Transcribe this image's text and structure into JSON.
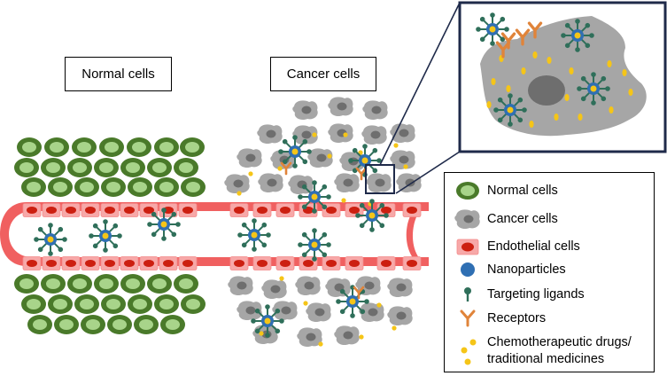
{
  "labels": {
    "normal": "Normal cells",
    "cancer": "Cancer cells"
  },
  "legend": [
    {
      "icon": "normal-cell-icon",
      "label": "Normal cells"
    },
    {
      "icon": "cancer-cell-icon",
      "label": "Cancer cells"
    },
    {
      "icon": "endothelial-cell-icon",
      "label": "Endothelial cells"
    },
    {
      "icon": "nanoparticle-icon",
      "label": "Nanoparticles"
    },
    {
      "icon": "targeting-ligand-icon",
      "label": "Targeting ligands"
    },
    {
      "icon": "receptor-icon",
      "label": "Receptors"
    },
    {
      "icon": "drug-icon",
      "label": "Chemotherapeutic drugs/",
      "label2": "traditional medicines"
    }
  ],
  "colors": {
    "normal_outer": "#4a7a2a",
    "normal_inner": "#a8d48a",
    "cancer_cell": "#a6a6a6",
    "cancer_nucleus": "#6e6e6e",
    "vessel": "#f06060",
    "endothelial": "#f7a8a8",
    "endo_nucleus": "#cc1f10",
    "nanoparticle": "#2f6fb3",
    "ligand": "#2f6f5a",
    "receptor": "#e0843a",
    "drug": "#f5c518",
    "inset_border": "#1f2a4a"
  }
}
